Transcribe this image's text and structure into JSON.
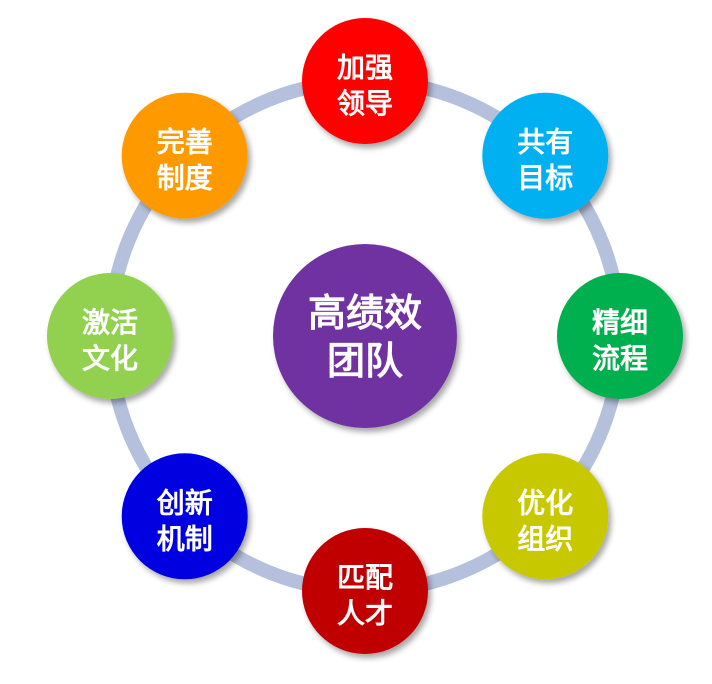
{
  "center": {
    "line1": "高绩效",
    "line2": "团队",
    "color": "#7030A0"
  },
  "ring_color": "#B4C0DC",
  "nodes": [
    {
      "id": "leadership",
      "line1": "加强",
      "line2": "领导",
      "color": "#FF0000"
    },
    {
      "id": "goals",
      "line1": "共有",
      "line2": "目标",
      "color": "#00B0F0"
    },
    {
      "id": "process",
      "line1": "精细",
      "line2": "流程",
      "color": "#00B050"
    },
    {
      "id": "organization",
      "line1": "优化",
      "line2": "组织",
      "color": "#C8C800"
    },
    {
      "id": "talent",
      "line1": "匹配",
      "line2": "人才",
      "color": "#C00000"
    },
    {
      "id": "mechanism",
      "line1": "创新",
      "line2": "机制",
      "color": "#0000E0"
    },
    {
      "id": "culture",
      "line1": "激活",
      "line2": "文化",
      "color": "#92D050"
    },
    {
      "id": "system",
      "line1": "完善",
      "line2": "制度",
      "color": "#FF9900"
    }
  ]
}
